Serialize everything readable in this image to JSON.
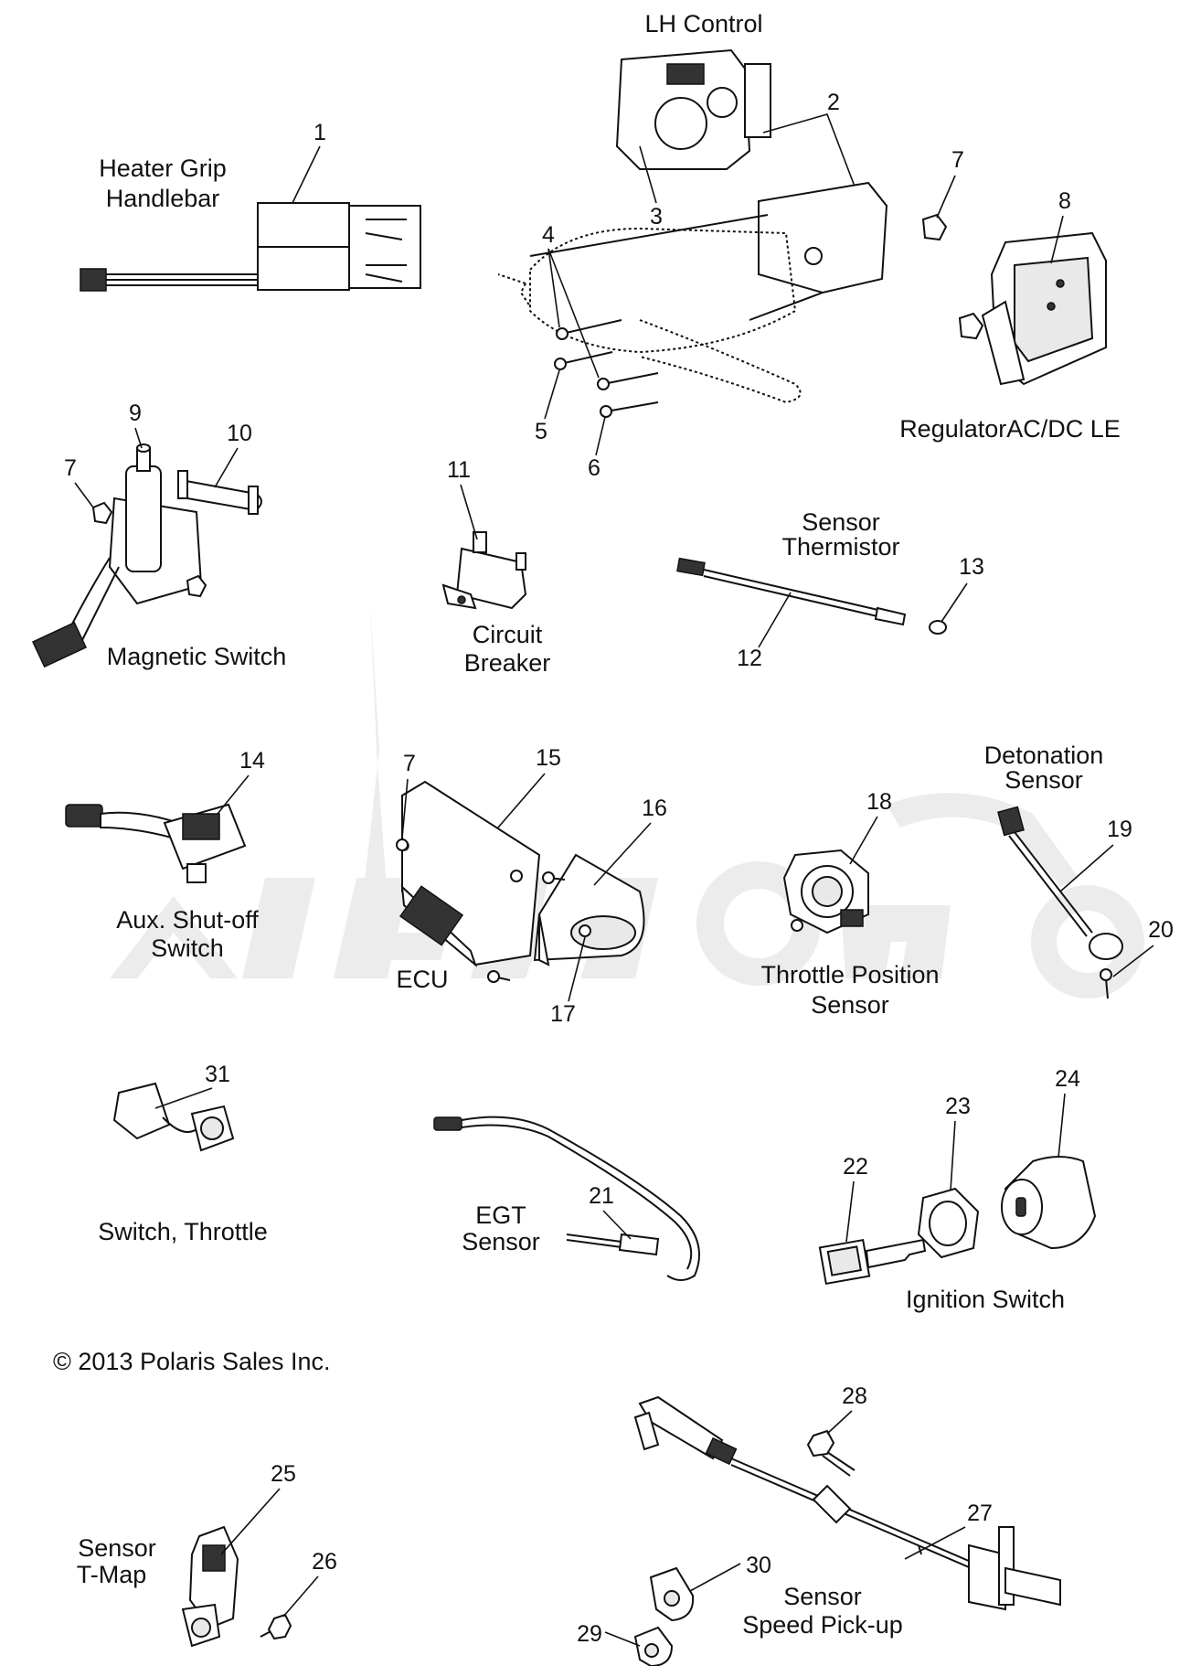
{
  "labels": {
    "lh_control": "LH Control",
    "heater_grip_1": "Heater Grip",
    "heater_grip_2": "Handlebar",
    "regulator": "RegulatorAC/DC LE",
    "magnetic_switch": "Magnetic Switch",
    "circuit_breaker_1": "Circuit",
    "circuit_breaker_2": "Breaker",
    "sensor_thermistor_1": "Sensor",
    "sensor_thermistor_2": "Thermistor",
    "detonation_sensor_1": "Detonation",
    "detonation_sensor_2": "Sensor",
    "aux_shutoff_1": "Aux. Shut-off",
    "aux_shutoff_2": "Switch",
    "ecu": "ECU",
    "tps_1": "Throttle Position",
    "tps_2": "Sensor",
    "switch_throttle": "Switch, Throttle",
    "egt_1": "EGT",
    "egt_2": "Sensor",
    "ignition_switch": "Ignition Switch",
    "sensor_tmap_1": "Sensor",
    "sensor_tmap_2": "T-Map",
    "speed_pickup_1": "Sensor",
    "speed_pickup_2": "Speed Pick-up",
    "copyright": "© 2013 Polaris Sales Inc."
  },
  "callouts": {
    "n1": "1",
    "n2": "2",
    "n3": "3",
    "n4": "4",
    "n5": "5",
    "n6": "6",
    "n7a": "7",
    "n7b": "7",
    "n7c": "7",
    "n8": "8",
    "n9": "9",
    "n10": "10",
    "n11": "11",
    "n12": "12",
    "n13": "13",
    "n14": "14",
    "n15": "15",
    "n16": "16",
    "n17": "17",
    "n18": "18",
    "n19": "19",
    "n20": "20",
    "n21": "21",
    "n22": "22",
    "n23": "23",
    "n24": "24",
    "n25": "25",
    "n26": "26",
    "n27": "27",
    "n28": "28",
    "n29": "29",
    "n30": "30",
    "n31": "31"
  },
  "colors": {
    "ink": "#111111",
    "watermark": "#ececec",
    "background": "#ffffff"
  }
}
